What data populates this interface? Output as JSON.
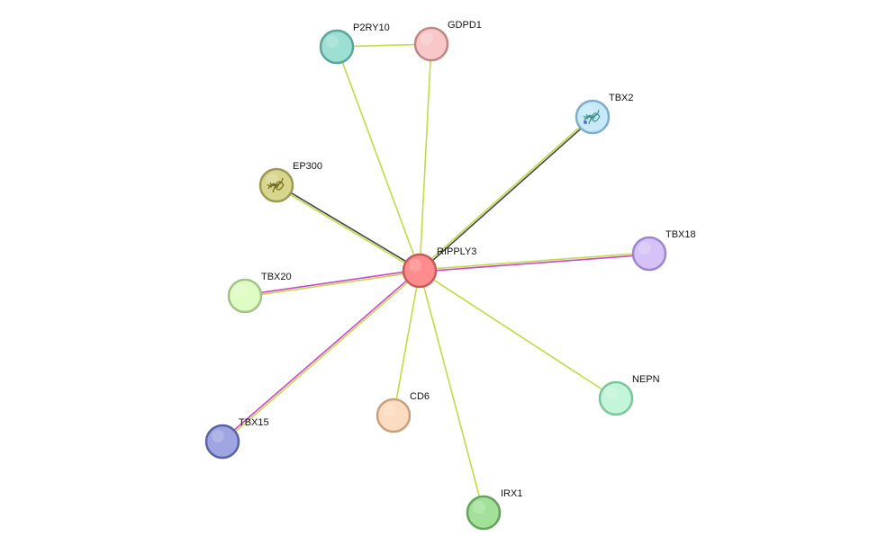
{
  "network": {
    "center": "RIPPLY3",
    "nodes": [
      {
        "id": "RIPPLY3",
        "label": "RIPPLY3",
        "fill": "#fe8c8c",
        "stroke": "#c75a5a",
        "icon": ""
      },
      {
        "id": "P2RY10",
        "label": "P2RY10",
        "fill": "#9ddfd3",
        "stroke": "#5aa59b",
        "icon": ""
      },
      {
        "id": "GDPD1",
        "label": "GDPD1",
        "fill": "#f8c8c8",
        "stroke": "#c08484",
        "icon": ""
      },
      {
        "id": "TBX2",
        "label": "TBX2",
        "fill": "#c7e9f8",
        "stroke": "#7aaecb",
        "icon": "protein-structure-icon"
      },
      {
        "id": "EP300",
        "label": "EP300",
        "fill": "#d8d58c",
        "stroke": "#9c9a52",
        "icon": "protein-structure-icon"
      },
      {
        "id": "TBX18",
        "label": "TBX18",
        "fill": "#d5c3f8",
        "stroke": "#9a86cc",
        "icon": ""
      },
      {
        "id": "TBX20",
        "label": "TBX20",
        "fill": "#dffcc3",
        "stroke": "#a3c18a",
        "icon": ""
      },
      {
        "id": "CD6",
        "label": "CD6",
        "fill": "#fcdcc0",
        "stroke": "#c8a07c",
        "icon": ""
      },
      {
        "id": "NEPN",
        "label": "NEPN",
        "fill": "#c3f5d8",
        "stroke": "#7cc49b",
        "icon": ""
      },
      {
        "id": "TBX15",
        "label": "TBX15",
        "fill": "#9ea5e0",
        "stroke": "#5a62a3",
        "icon": ""
      },
      {
        "id": "IRX1",
        "label": "IRX1",
        "fill": "#a3e19a",
        "stroke": "#63a35a",
        "icon": ""
      }
    ],
    "edges": [
      {
        "source": "RIPPLY3",
        "target": "P2RY10",
        "colors": [
          "#c1d94a"
        ]
      },
      {
        "source": "RIPPLY3",
        "target": "GDPD1",
        "colors": [
          "#c1d94a"
        ]
      },
      {
        "source": "P2RY10",
        "target": "GDPD1",
        "colors": [
          "#c1d94a"
        ]
      },
      {
        "source": "RIPPLY3",
        "target": "TBX2",
        "colors": [
          "#c1d94a",
          "#444444"
        ]
      },
      {
        "source": "RIPPLY3",
        "target": "EP300",
        "colors": [
          "#c1d94a",
          "#444444"
        ]
      },
      {
        "source": "RIPPLY3",
        "target": "TBX18",
        "colors": [
          "#c1d94a",
          "#cc44cc"
        ]
      },
      {
        "source": "RIPPLY3",
        "target": "TBX20",
        "colors": [
          "#c1d94a",
          "#cc44cc"
        ]
      },
      {
        "source": "RIPPLY3",
        "target": "CD6",
        "colors": [
          "#c1d94a"
        ]
      },
      {
        "source": "RIPPLY3",
        "target": "NEPN",
        "colors": [
          "#c1d94a"
        ]
      },
      {
        "source": "RIPPLY3",
        "target": "TBX15",
        "colors": [
          "#c1d94a",
          "#cc44cc"
        ]
      },
      {
        "source": "RIPPLY3",
        "target": "IRX1",
        "colors": [
          "#c1d94a"
        ]
      }
    ]
  }
}
